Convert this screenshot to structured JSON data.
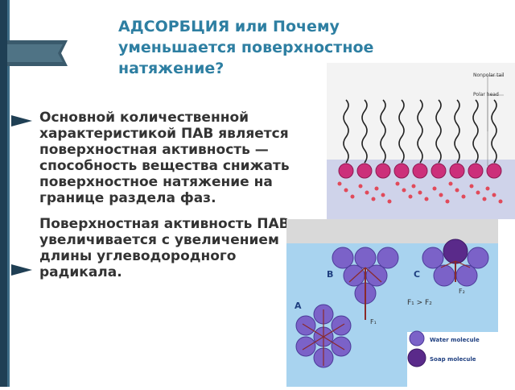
{
  "slide": {
    "title": "АДСОРБЦИЯ или Почему уменьшается поверхностное натяжение?",
    "paragraphs": [
      "Основной количественной характеристикой ПАВ является поверхностная активность — способность вещества снижать поверхностное натяжение на границе раздела фаз.",
      "Поверхностная активность ПАВ увеличивается с увеличением длины углеводородного радикала."
    ]
  },
  "figure_top": {
    "labels": {
      "nonpolar": "Nonpolar tail",
      "polar": "Polar head"
    }
  },
  "figure_bottom": {
    "labels": {
      "A": "A",
      "B": "B",
      "C": "C",
      "F1": "F₁",
      "F2": "F₂",
      "relation": "F₁ > F₂",
      "water": "Water molecule",
      "soap": "Soap molecule"
    }
  },
  "colors": {
    "title": "#2e7fa2",
    "water": "#cfe7f5",
    "air": "#f3f3f3",
    "head": "#cc2f7a",
    "molecule": "#6a4bb5"
  }
}
